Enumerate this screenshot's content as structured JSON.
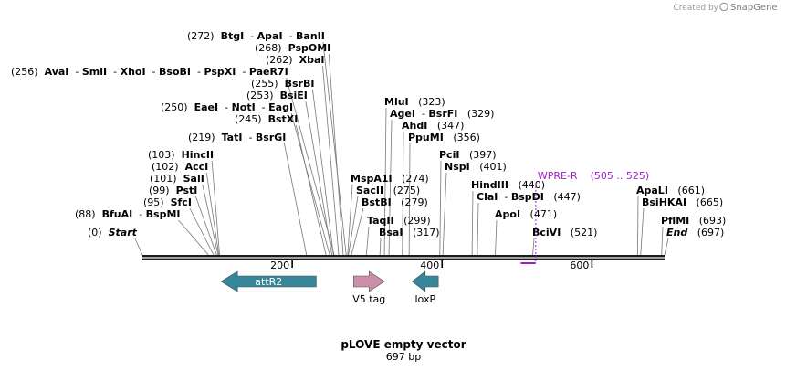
{
  "brand": {
    "created_by": "Created by",
    "name": "SnapGene"
  },
  "title": "pLOVE empty vector",
  "subtitle": "697 bp",
  "colors": {
    "backbone": "#1a1a1a",
    "leader": "#777777",
    "primer": "#a020c8",
    "attR2": "#37879a",
    "v5": "#cc8fab",
    "loxP": "#37879a"
  },
  "ticks": [
    {
      "pos": 200,
      "label": "200"
    },
    {
      "pos": 400,
      "label": "400"
    },
    {
      "pos": 600,
      "label": "600"
    }
  ],
  "sites": [
    {
      "id": "s272",
      "pos": 272,
      "label_pos": "(272)",
      "names": [
        "BtgI",
        "ApaI",
        "BanII"
      ],
      "side": "left"
    },
    {
      "id": "s268",
      "pos": 268,
      "label_pos": "(268)",
      "names": [
        "PspOMI"
      ],
      "side": "left"
    },
    {
      "id": "s262",
      "pos": 262,
      "label_pos": "(262)",
      "names": [
        "XbaI"
      ],
      "side": "left"
    },
    {
      "id": "s256",
      "pos": 256,
      "label_pos": "(256)",
      "names": [
        "AvaI",
        "SmlI",
        "XhoI",
        "BsoBI",
        "PspXI",
        "PaeR7I"
      ],
      "side": "left"
    },
    {
      "id": "s255",
      "pos": 255,
      "label_pos": "(255)",
      "names": [
        "BsrBI"
      ],
      "side": "left"
    },
    {
      "id": "s253",
      "pos": 253,
      "label_pos": "(253)",
      "names": [
        "BsiEI"
      ],
      "side": "left"
    },
    {
      "id": "s250",
      "pos": 250,
      "label_pos": "(250)",
      "names": [
        "EaeI",
        "NotI",
        "EagI"
      ],
      "side": "left"
    },
    {
      "id": "s245",
      "pos": 245,
      "label_pos": "(245)",
      "names": [
        "BstXI"
      ],
      "side": "left"
    },
    {
      "id": "s219",
      "pos": 219,
      "label_pos": "(219)",
      "names": [
        "TatI",
        "BsrGI"
      ],
      "side": "left"
    },
    {
      "id": "s103",
      "pos": 103,
      "label_pos": "(103)",
      "names": [
        "HincII"
      ],
      "side": "left"
    },
    {
      "id": "s102",
      "pos": 102,
      "label_pos": "(102)",
      "names": [
        "AccI"
      ],
      "side": "left"
    },
    {
      "id": "s101",
      "pos": 101,
      "label_pos": "(101)",
      "names": [
        "SalI"
      ],
      "side": "left"
    },
    {
      "id": "s99",
      "pos": 99,
      "label_pos": "(99)",
      "names": [
        "PstI"
      ],
      "side": "left"
    },
    {
      "id": "s95",
      "pos": 95,
      "label_pos": "(95)",
      "names": [
        "SfcI"
      ],
      "side": "left"
    },
    {
      "id": "s88",
      "pos": 88,
      "label_pos": "(88)",
      "names": [
        "BfuAI",
        "BspMI"
      ],
      "side": "left"
    },
    {
      "id": "s0",
      "pos": 0,
      "label_pos": "(0)",
      "names": [
        "Start"
      ],
      "side": "left",
      "italic": true
    },
    {
      "id": "s323",
      "pos": 323,
      "label_pos": "(323)",
      "names": [
        "MluI"
      ],
      "side": "right"
    },
    {
      "id": "s329",
      "pos": 329,
      "label_pos": "(329)",
      "names": [
        "AgeI",
        "BsrFI"
      ],
      "side": "right"
    },
    {
      "id": "s347",
      "pos": 347,
      "label_pos": "(347)",
      "names": [
        "AhdI"
      ],
      "side": "right"
    },
    {
      "id": "s356",
      "pos": 356,
      "label_pos": "(356)",
      "names": [
        "PpuMI"
      ],
      "side": "right"
    },
    {
      "id": "s274",
      "pos": 274,
      "label_pos": "(274)",
      "names": [
        "MspA1I"
      ],
      "side": "right"
    },
    {
      "id": "s275",
      "pos": 275,
      "label_pos": "(275)",
      "names": [
        "SacII"
      ],
      "side": "right"
    },
    {
      "id": "s279",
      "pos": 279,
      "label_pos": "(279)",
      "names": [
        "BstBI"
      ],
      "side": "right"
    },
    {
      "id": "s299",
      "pos": 299,
      "label_pos": "(299)",
      "names": [
        "TaqII"
      ],
      "side": "right"
    },
    {
      "id": "s317",
      "pos": 317,
      "label_pos": "(317)",
      "names": [
        "BsaI"
      ],
      "side": "right"
    },
    {
      "id": "s397",
      "pos": 397,
      "label_pos": "(397)",
      "names": [
        "PciI"
      ],
      "side": "right"
    },
    {
      "id": "s401",
      "pos": 401,
      "label_pos": "(401)",
      "names": [
        "NspI"
      ],
      "side": "right"
    },
    {
      "id": "s440",
      "pos": 440,
      "label_pos": "(440)",
      "names": [
        "HindIII"
      ],
      "side": "right"
    },
    {
      "id": "s447",
      "pos": 447,
      "label_pos": "(447)",
      "names": [
        "ClaI",
        "BspDI"
      ],
      "side": "right"
    },
    {
      "id": "s471",
      "pos": 471,
      "label_pos": "(471)",
      "names": [
        "ApoI"
      ],
      "side": "right"
    },
    {
      "id": "s521",
      "pos": 521,
      "label_pos": "(521)",
      "names": [
        "BciVI"
      ],
      "side": "right"
    },
    {
      "id": "s661",
      "pos": 661,
      "label_pos": "(661)",
      "names": [
        "ApaLI"
      ],
      "side": "right"
    },
    {
      "id": "s665",
      "pos": 665,
      "label_pos": "(665)",
      "names": [
        "BsiHKAI"
      ],
      "side": "right"
    },
    {
      "id": "s693",
      "pos": 693,
      "label_pos": "(693)",
      "names": [
        "PflMI"
      ],
      "side": "right"
    },
    {
      "id": "s697",
      "pos": 697,
      "label_pos": "(697)",
      "names": [
        "End"
      ],
      "side": "right",
      "italic": true
    }
  ],
  "features": [
    {
      "id": "attR2",
      "name": "attR2",
      "start": 105,
      "end": 232,
      "direction": "reverse",
      "label_inside": true,
      "color": "#37879a"
    },
    {
      "id": "v5",
      "name": "V5 tag",
      "start": 282,
      "end": 323,
      "direction": "forward",
      "label_inside": false,
      "color": "#cc8fab"
    },
    {
      "id": "loxP",
      "name": "loxP",
      "start": 360,
      "end": 395,
      "direction": "reverse",
      "label_inside": false,
      "color": "#37879a"
    }
  ],
  "primers": [
    {
      "id": "wpre",
      "name": "WPRE-R",
      "range": "(505 .. 525)",
      "start": 505,
      "end": 525,
      "color": "#a020c8"
    }
  ]
}
